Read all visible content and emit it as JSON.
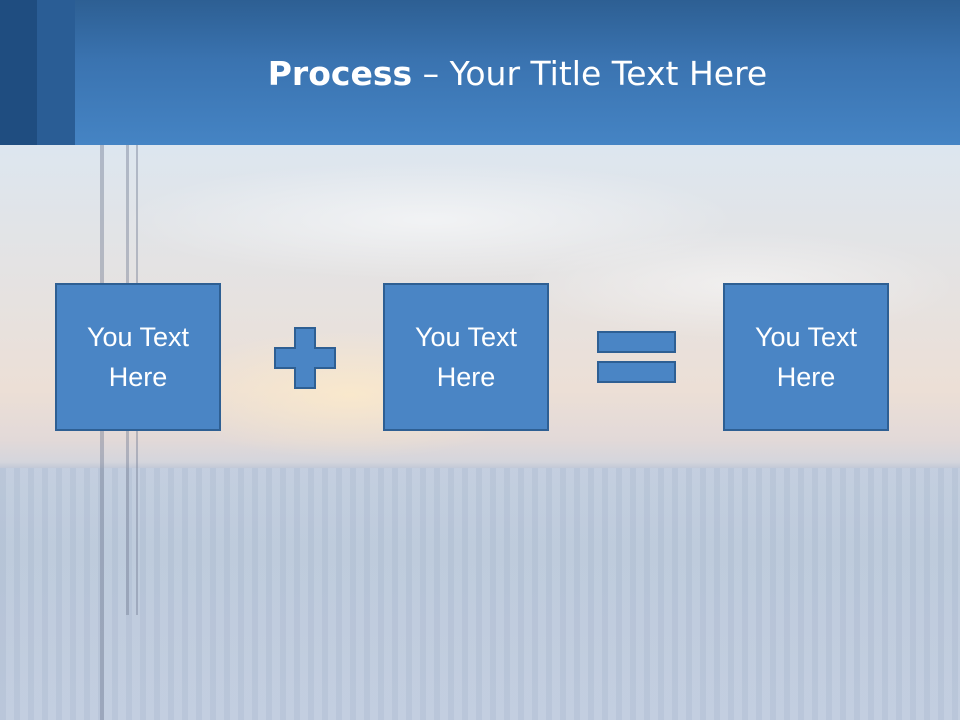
{
  "header": {
    "title_bold": "Process",
    "title_rest": " – Your Title Text Here"
  },
  "process": {
    "boxes": [
      {
        "label": "You Text Here"
      },
      {
        "label": "You Text Here"
      },
      {
        "label": "You Text Here"
      }
    ],
    "operators": [
      "plus-icon",
      "equals-icon"
    ]
  },
  "colors": {
    "header": "#3a73b0",
    "header_dark_block": "#1f4d80",
    "box_fill": "#4a85c5",
    "box_border": "#2e5f93",
    "text": "#ffffff"
  }
}
